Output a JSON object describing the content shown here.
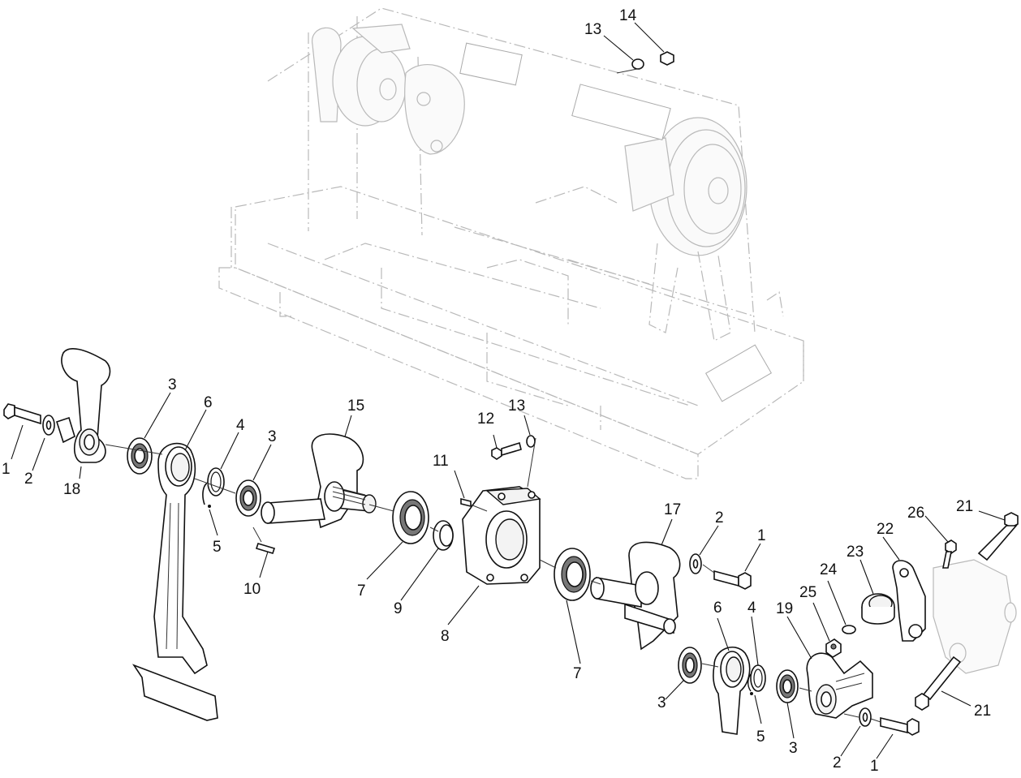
{
  "callouts": [
    {
      "id": "c1a",
      "text": "1"
    },
    {
      "id": "c2a",
      "text": "2"
    },
    {
      "id": "c18",
      "text": "18"
    },
    {
      "id": "c3a",
      "text": "3"
    },
    {
      "id": "c6a",
      "text": "6"
    },
    {
      "id": "c4a",
      "text": "4"
    },
    {
      "id": "c5a",
      "text": "5"
    },
    {
      "id": "c3b",
      "text": "3"
    },
    {
      "id": "c10",
      "text": "10"
    },
    {
      "id": "c15",
      "text": "15"
    },
    {
      "id": "c7a",
      "text": "7"
    },
    {
      "id": "c9",
      "text": "9"
    },
    {
      "id": "c11",
      "text": "11"
    },
    {
      "id": "c12",
      "text": "12"
    },
    {
      "id": "c13a",
      "text": "13"
    },
    {
      "id": "c8",
      "text": "8"
    },
    {
      "id": "c7b",
      "text": "7"
    },
    {
      "id": "c17",
      "text": "17"
    },
    {
      "id": "c2b",
      "text": "2"
    },
    {
      "id": "c1b",
      "text": "1"
    },
    {
      "id": "c6b",
      "text": "6"
    },
    {
      "id": "c4b",
      "text": "4"
    },
    {
      "id": "c3c",
      "text": "3"
    },
    {
      "id": "c5b",
      "text": "5"
    },
    {
      "id": "c3d",
      "text": "3"
    },
    {
      "id": "c19",
      "text": "19"
    },
    {
      "id": "c2c",
      "text": "2"
    },
    {
      "id": "c1c",
      "text": "1"
    },
    {
      "id": "c13b",
      "text": "13"
    },
    {
      "id": "c14",
      "text": "14"
    },
    {
      "id": "c21a",
      "text": "21"
    },
    {
      "id": "c26",
      "text": "26"
    },
    {
      "id": "c22",
      "text": "22"
    },
    {
      "id": "c23",
      "text": "23"
    },
    {
      "id": "c24",
      "text": "24"
    },
    {
      "id": "c25",
      "text": "25"
    },
    {
      "id": "c21b",
      "text": "21"
    }
  ],
  "colors": {
    "line": "#111111",
    "phantom": "#b9b9b9",
    "background": "#ffffff"
  }
}
